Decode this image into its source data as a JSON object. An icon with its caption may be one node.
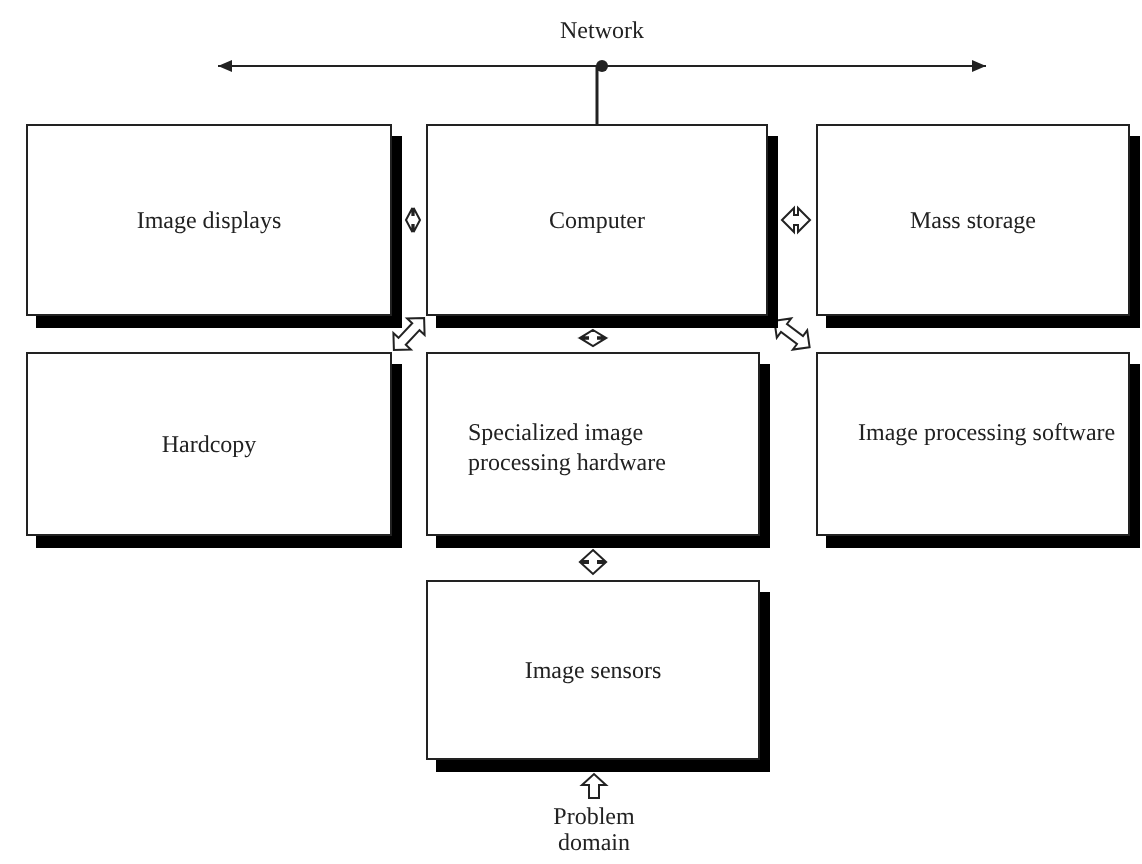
{
  "diagram": {
    "nodes": [
      {
        "text": [
          "Network"
        ]
      },
      {
        "text": [
          "Image displays"
        ]
      },
      {
        "text": [
          "Computer"
        ]
      },
      {
        "text": [
          "Mass storage"
        ]
      },
      {
        "text": [
          "Hardcopy"
        ]
      },
      {
        "text": [
          "Specialized image processing hardware"
        ]
      },
      {
        "text": [
          "Image processing software"
        ]
      },
      {
        "text": [
          "Image sensors"
        ]
      },
      {
        "text": [
          "Problem domain"
        ]
      }
    ],
    "edges": [
      {
        "from": 2,
        "to": 0,
        "arrow": "none"
      },
      {
        "from": 1,
        "to": 2,
        "arrow": "both"
      },
      {
        "from": 2,
        "to": 3,
        "arrow": "both"
      },
      {
        "from": 4,
        "to": 2,
        "arrow": "both"
      },
      {
        "from": 2,
        "to": 5,
        "arrow": "both"
      },
      {
        "from": 6,
        "to": 2,
        "arrow": "both"
      },
      {
        "from": 5,
        "to": 7,
        "arrow": "both"
      },
      {
        "from": 8,
        "to": 7,
        "arrow": "to"
      }
    ]
  }
}
